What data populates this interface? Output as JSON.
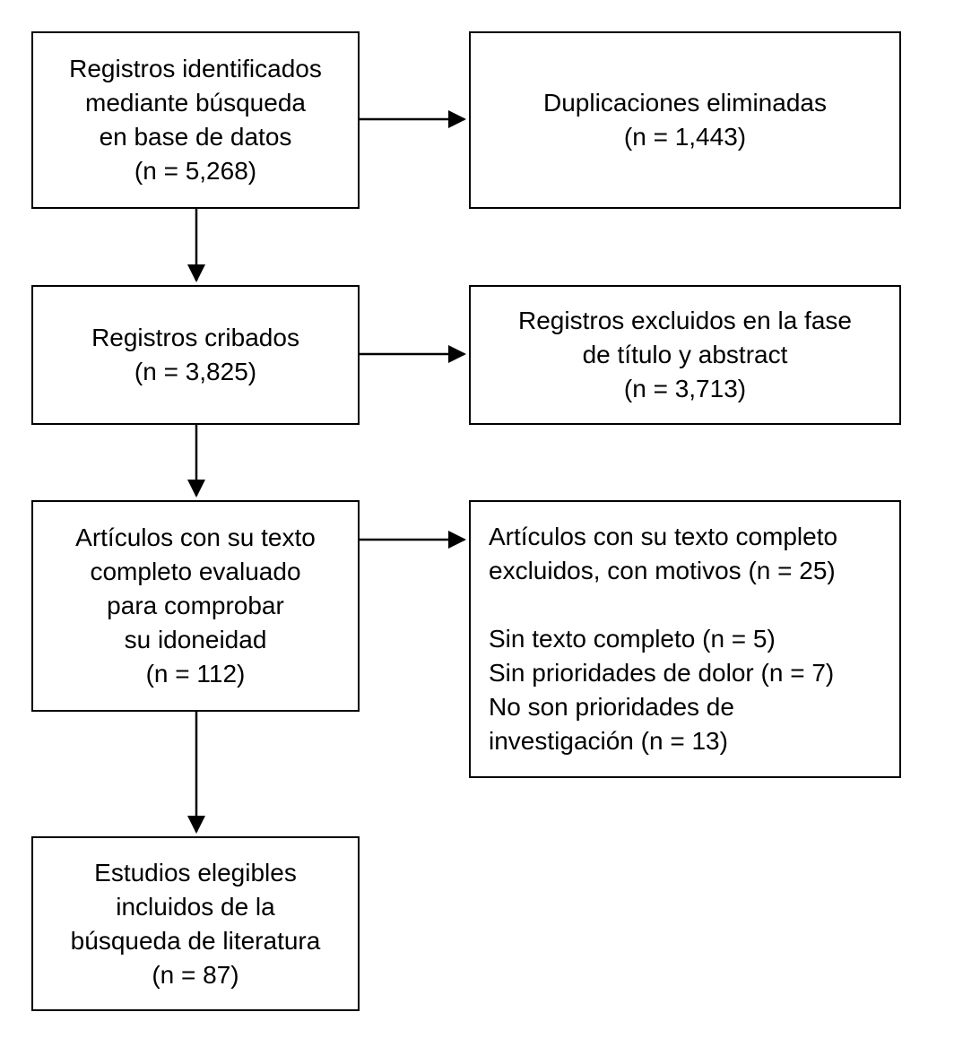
{
  "page": {
    "background_color": "#ffffff",
    "text_color": "#000000",
    "border_color": "#000000"
  },
  "diagram": {
    "type": "flowchart",
    "kind": "prisma-flow-diagram",
    "boxes": [
      {
        "id": "identified",
        "text": "Registros identificados\nmediante búsqueda\nen base de datos\n(n = 5,268)",
        "n": "5,268"
      },
      {
        "id": "duplicates-removed",
        "text": "Duplicaciones eliminadas\n(n = 1,443)",
        "n": "1,443"
      },
      {
        "id": "screened",
        "text": "Registros cribados\n(n = 3,825)",
        "n": "3,825"
      },
      {
        "id": "excluded-title-abstract",
        "text": "Registros excluidos en la fase\nde título y abstract\n(n = 3,713)",
        "n": "3,713"
      },
      {
        "id": "fulltext-assessed",
        "text": "Artículos con su texto\ncompleto evaluado\npara comprobar\nsu idoneidad\n(n = 112)",
        "n": "112"
      },
      {
        "id": "fulltext-excluded",
        "text": "Artículos con su texto completo\nexcluidos, con motivos (n = 25)\n\nSin texto completo (n = 5)\nSin prioridades de dolor (n = 7)\nNo son prioridades de\ninvestigación (n = 13)",
        "n": "25",
        "reasons": [
          {
            "label": "Sin texto completo",
            "n": "5"
          },
          {
            "label": "Sin prioridades de dolor",
            "n": "7"
          },
          {
            "label": "No son prioridades de investigación",
            "n": "13"
          }
        ]
      },
      {
        "id": "included",
        "text": "Estudios elegibles\nincluidos de la\nbúsqueda de literatura\n(n = 87)",
        "n": "87"
      }
    ],
    "connections": [
      {
        "from": "identified",
        "to": "duplicates-removed",
        "direction": "right"
      },
      {
        "from": "identified",
        "to": "screened",
        "direction": "down"
      },
      {
        "from": "screened",
        "to": "excluded-title-abstract",
        "direction": "right"
      },
      {
        "from": "screened",
        "to": "fulltext-assessed",
        "direction": "down"
      },
      {
        "from": "fulltext-assessed",
        "to": "fulltext-excluded",
        "direction": "right"
      },
      {
        "from": "fulltext-assessed",
        "to": "included",
        "direction": "down"
      }
    ]
  }
}
